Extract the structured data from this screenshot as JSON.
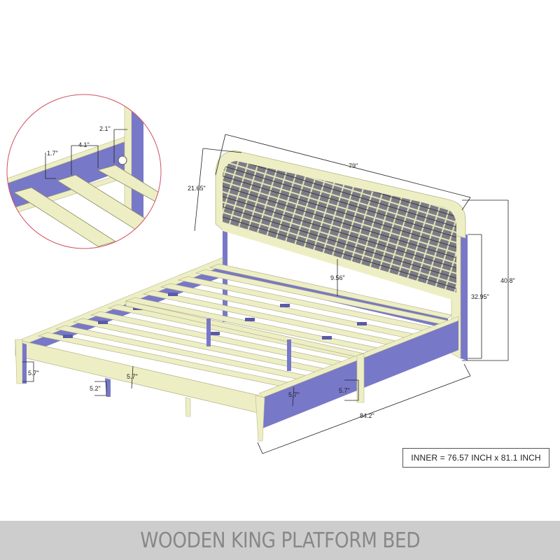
{
  "title": "WOODEN KING PLATFORM BED",
  "inner_dimensions": "INNER = 76.57 INCH x 81.1 INCH",
  "colors": {
    "wood": "#eeeec4",
    "wood_edge": "#b9b98c",
    "panel_side": "#7878c8",
    "panel_dark": "#5a5aa8",
    "mesh": "#7c7c86",
    "mesh_line": "#e4e4b8",
    "dimension_line": "#222222",
    "detail_circle": "#d05060",
    "title_bar": "#cdcdcd",
    "title_text": "#888888"
  },
  "detail_inset": {
    "dimensions": {
      "slat_gap": "4.1\"",
      "slat_height": "1.7\"",
      "edge_offset": "2.1\""
    }
  },
  "dimensions": {
    "headboard_width": "79\"",
    "headboard_panel_height": "21.65\"",
    "total_height": "40.8\"",
    "headboard_post_height": "32.95\"",
    "headboard_clearance": "9.56\"",
    "overall_length": "84.2\"",
    "foot_leg_height": "5.7\"",
    "footboard_rail_height": "5.7\"",
    "center_leg_height": "5.2\"",
    "side_rail_height": "5.7\"",
    "side_leg_height": "5.7\""
  }
}
